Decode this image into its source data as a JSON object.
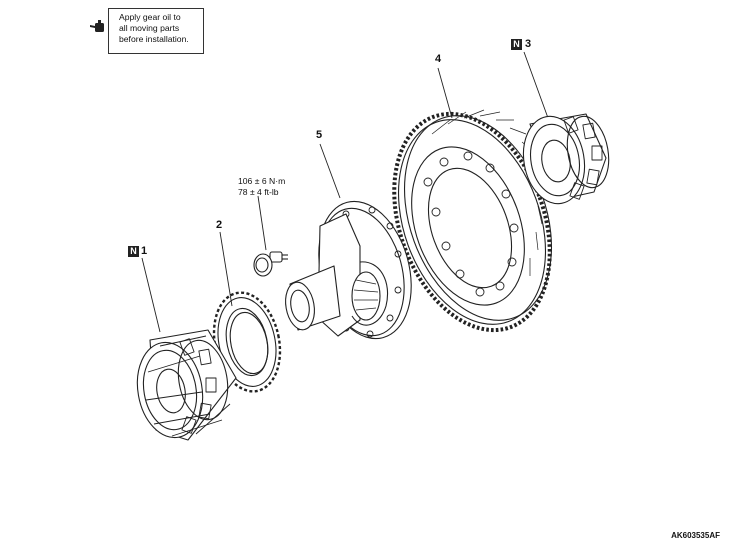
{
  "note": {
    "text": "Apply gear oil to\nall moving parts\nbefore installation.",
    "icon": "oil-can-icon"
  },
  "callouts": {
    "bearing_left_number": "1",
    "bearing_left_badge": "N",
    "pulse_ring_number": "2",
    "bearing_right_number": "3",
    "bearing_right_badge": "N",
    "ring_gear_number": "4",
    "case_number": "5"
  },
  "torque": {
    "text": "106 ± 6 N·m\n78 ± 4 ft-lb"
  },
  "figure_code": "AK603535AF"
}
